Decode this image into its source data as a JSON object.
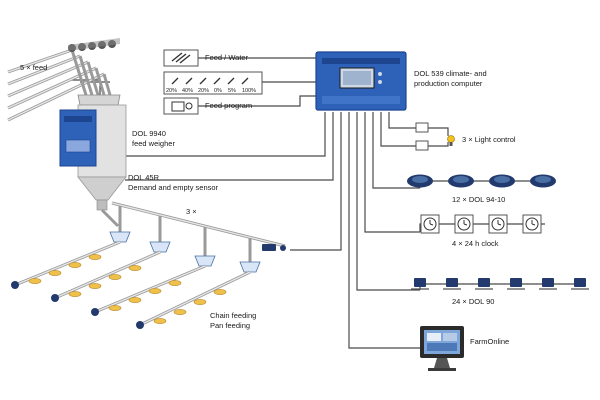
{
  "labels": {
    "feed_count": "5 × feed",
    "feed_water": "Feed / Water",
    "feed_program": "Feed program",
    "pct_values": [
      "20%",
      "40%",
      "20%",
      "0%",
      "5%",
      "100%"
    ],
    "climate_computer_1": "DOL 539 climate- and",
    "climate_computer_2": "production computer",
    "weigher_1": "DOL 9940",
    "weigher_2": "feed weigher",
    "sensor_1": "DOL 45R",
    "sensor_2": "Demand and empty sensor",
    "three_x": "3 ×",
    "light_control": "3 × Light control",
    "dol94": "12 × DOL 94-10",
    "clock": "4 × 24 h clock",
    "dol90": "24 × DOL 90",
    "chain_feeding": "Chain feeding",
    "pan_feeding": "Pan feeding",
    "farmonline": "FarmOnline"
  },
  "colors": {
    "device_blue": "#2d62b8",
    "device_blue_dark": "#1d4590",
    "pan_yellow": "#f0c14a",
    "pipe_grey": "#9a9a9a",
    "sensor_navy": "#233a6e",
    "lamp_yellow": "#f2c21b"
  }
}
